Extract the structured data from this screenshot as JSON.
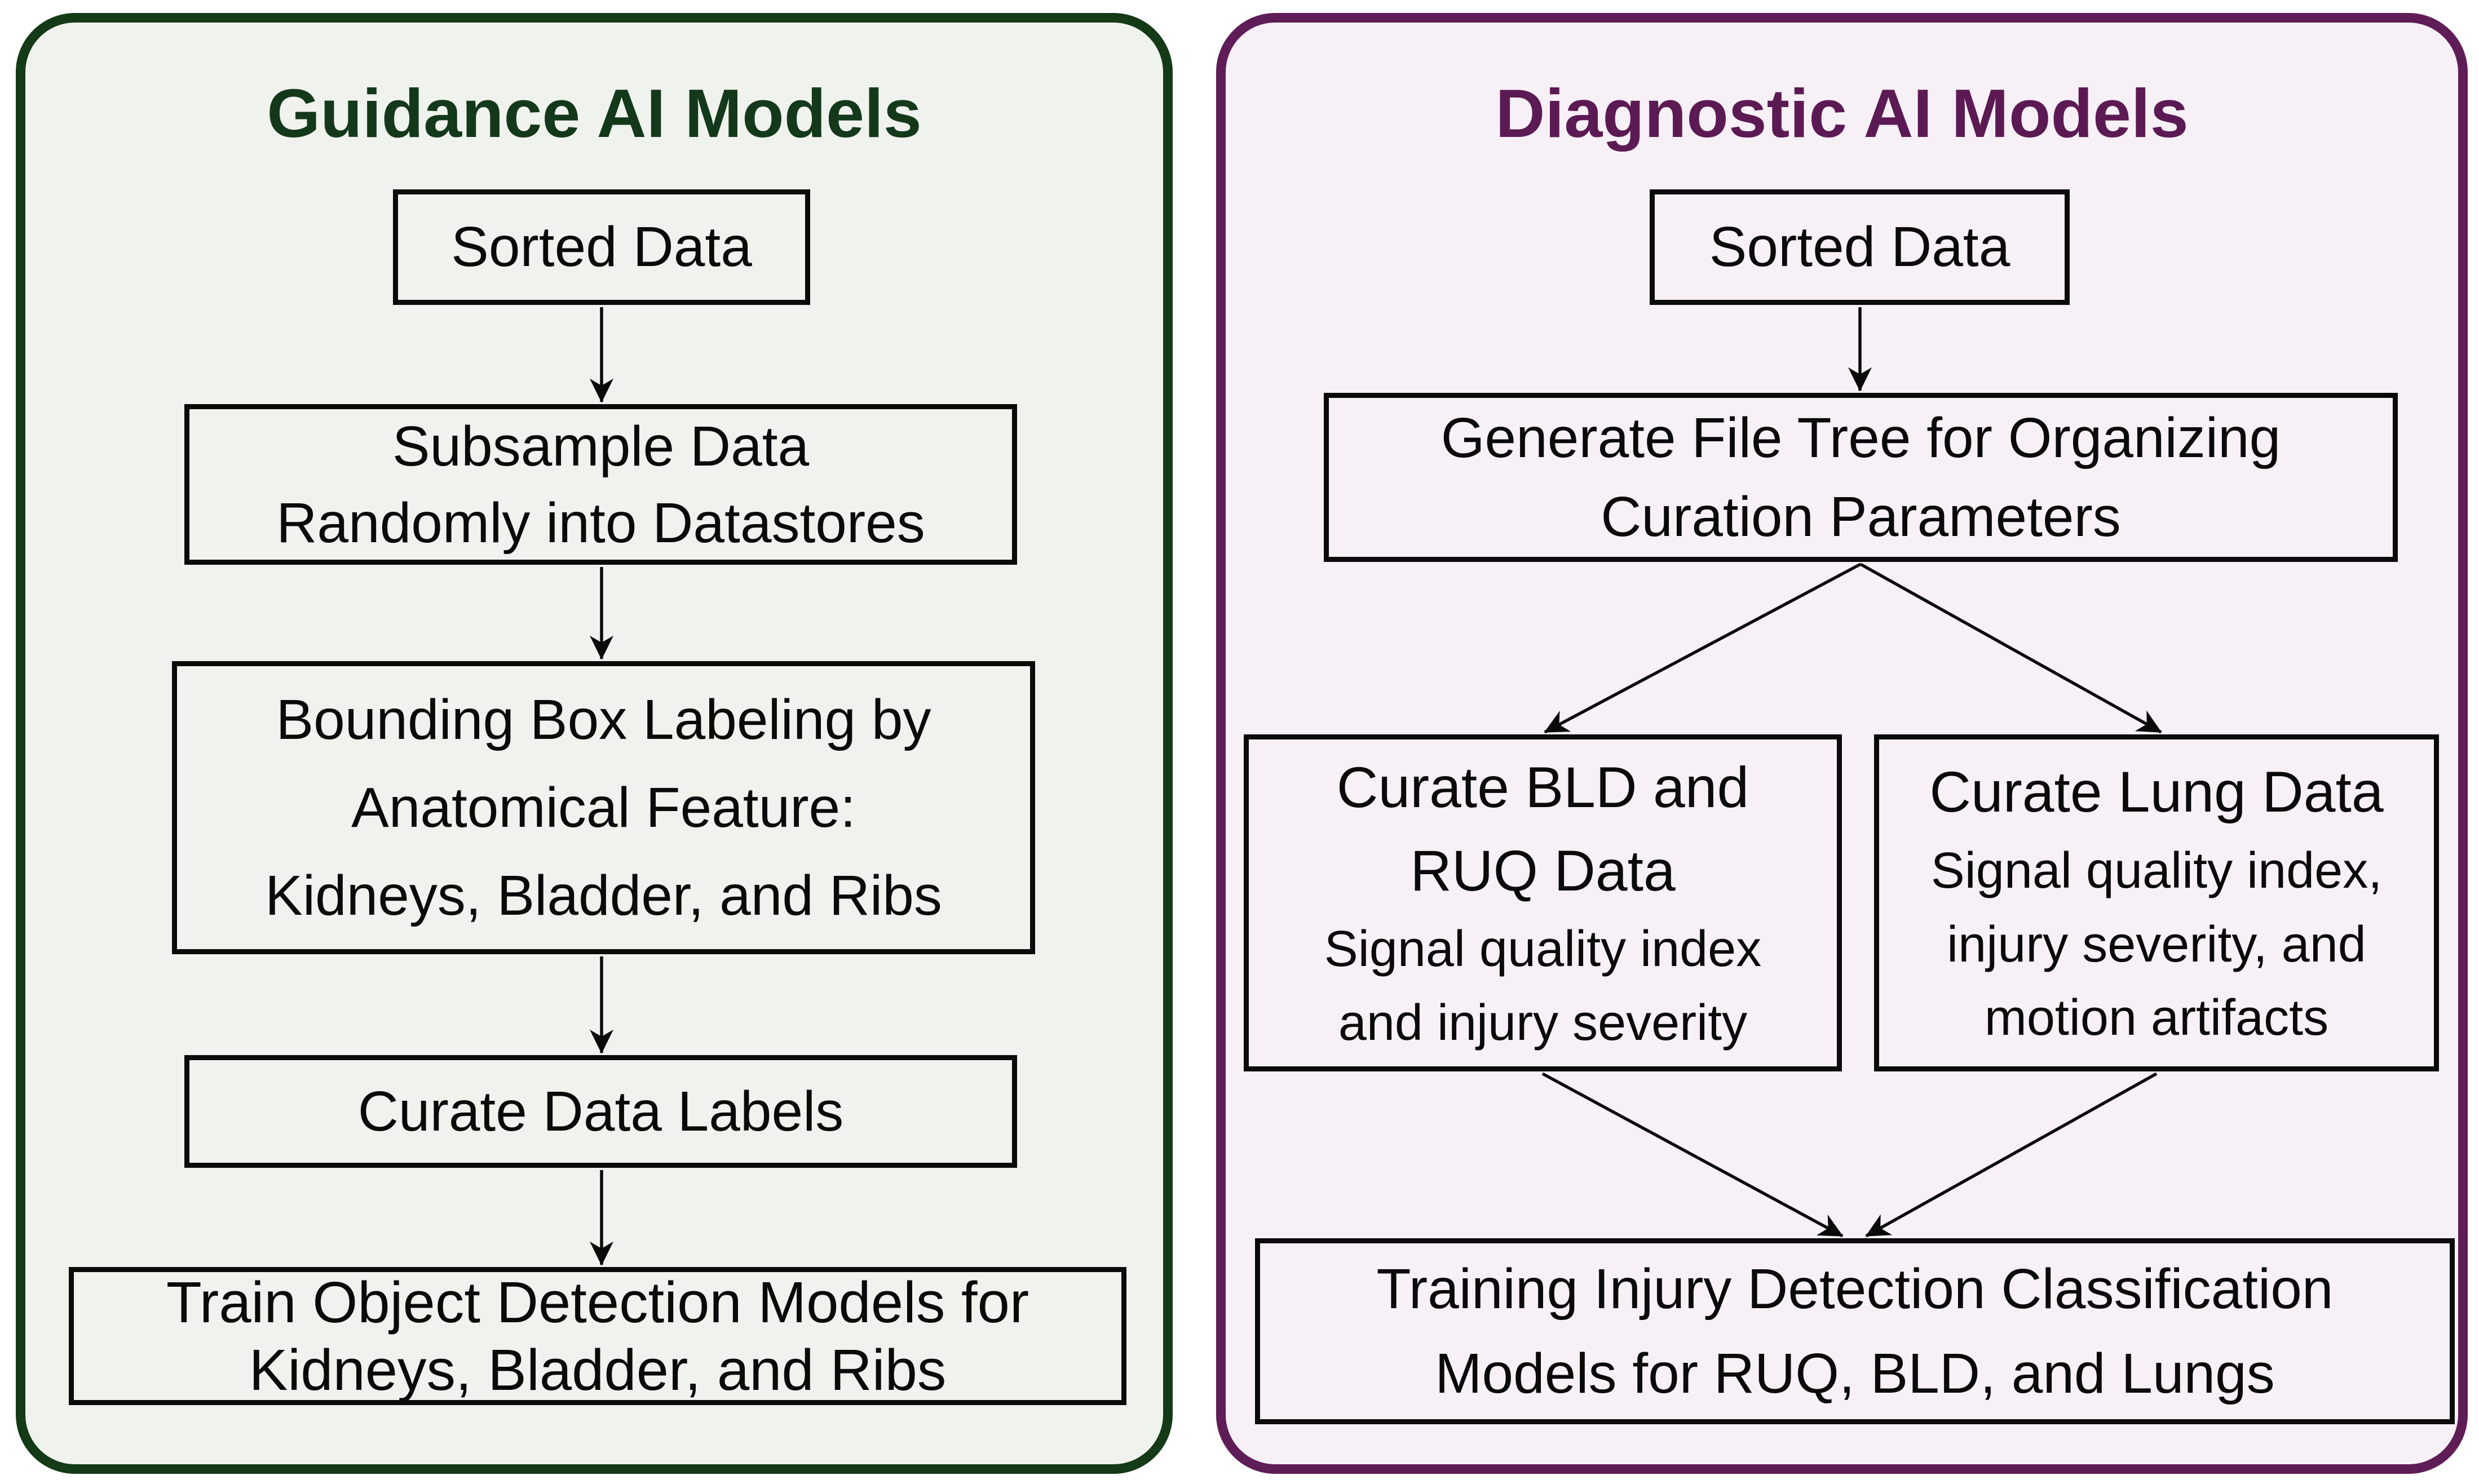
{
  "page": {
    "background": "#ffffff",
    "arrow_color": "#0a0a0a",
    "box_border_color": "#0a0a0a"
  },
  "panels": [
    {
      "title": "Guidance AI Models",
      "accent_color": "#14391a",
      "border_color": "#143a18",
      "background": "#f0f2ee",
      "nodes": [
        {
          "id": "sorted-data",
          "lines": [
            "Sorted Data"
          ]
        },
        {
          "id": "subsample-data",
          "lines": [
            "Subsample Data",
            "Randomly into Datastores"
          ]
        },
        {
          "id": "bounding-box-labeling",
          "lines": [
            "Bounding Box Labeling by",
            "Anatomical Feature:",
            "Kidneys, Bladder, and Ribs"
          ]
        },
        {
          "id": "curate-data-labels",
          "lines": [
            "Curate Data Labels"
          ]
        },
        {
          "id": "train-object-detection",
          "lines": [
            "Train Object Detection Models for",
            "Kidneys, Bladder, and Ribs"
          ]
        }
      ],
      "connections": [
        {
          "from": "sorted-data",
          "to": "subsample-data"
        },
        {
          "from": "subsample-data",
          "to": "bounding-box-labeling"
        },
        {
          "from": "bounding-box-labeling",
          "to": "curate-data-labels"
        },
        {
          "from": "curate-data-labels",
          "to": "train-object-detection"
        }
      ]
    },
    {
      "title": "Diagnostic AI Models",
      "accent_color": "#5c1a54",
      "border_color": "#5f1d58",
      "background": "#f7f1f7",
      "nodes": [
        {
          "id": "sorted-data",
          "lines": [
            "Sorted Data"
          ]
        },
        {
          "id": "generate-file-tree",
          "lines": [
            "Generate File Tree for Organizing",
            "Curation Parameters"
          ]
        },
        {
          "id": "curate-bld-ruq",
          "heading_lines": [
            "Curate BLD and",
            "RUQ Data"
          ],
          "detail_lines": [
            "Signal quality index",
            "and injury severity"
          ]
        },
        {
          "id": "curate-lung",
          "heading_lines": [
            "Curate Lung Data"
          ],
          "detail_lines": [
            "Signal quality index,",
            "injury severity, and",
            "motion artifacts"
          ]
        },
        {
          "id": "training-injury-detection",
          "lines": [
            "Training Injury Detection Classification",
            "Models for RUQ, BLD, and Lungs"
          ]
        }
      ],
      "connections": [
        {
          "from": "sorted-data",
          "to": "generate-file-tree"
        },
        {
          "from": "generate-file-tree",
          "to": "curate-bld-ruq"
        },
        {
          "from": "generate-file-tree",
          "to": "curate-lung"
        },
        {
          "from": "curate-bld-ruq",
          "to": "training-injury-detection"
        },
        {
          "from": "curate-lung",
          "to": "training-injury-detection"
        }
      ]
    }
  ]
}
